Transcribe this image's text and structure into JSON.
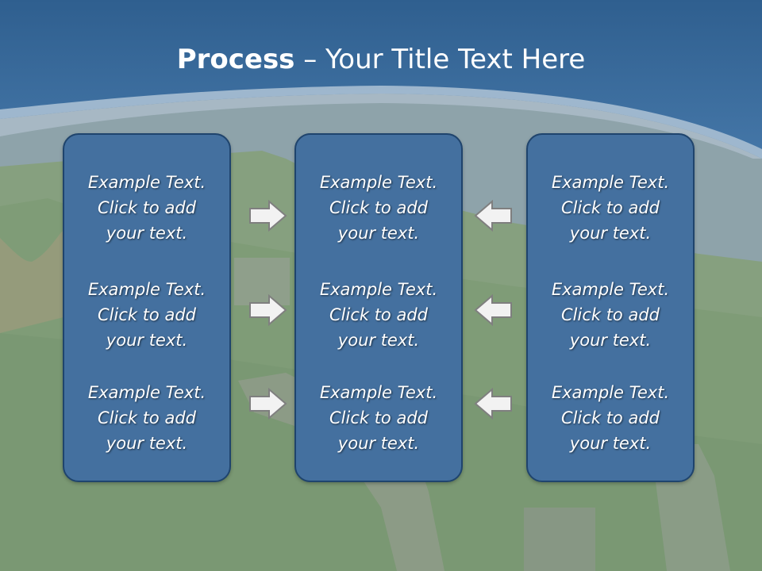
{
  "slide": {
    "title_bold": "Process",
    "title_rest": " – Your Title Text Here"
  },
  "columns": [
    {
      "items": [
        {
          "line1": "Example Text.",
          "line2": "Click  to add",
          "line3": "your text."
        },
        {
          "line1": "Example Text.",
          "line2": "Click  to add",
          "line3": "your text."
        },
        {
          "line1": "Example Text.",
          "line2": "Click  to add",
          "line3": "your text."
        }
      ]
    },
    {
      "items": [
        {
          "line1": "Example Text.",
          "line2": "Click  to add",
          "line3": "your text."
        },
        {
          "line1": "Example Text.",
          "line2": "Click  to add",
          "line3": "your text."
        },
        {
          "line1": "Example Text.",
          "line2": "Click  to add",
          "line3": "your text."
        }
      ]
    },
    {
      "items": [
        {
          "line1": "Example Text.",
          "line2": "Click  to add",
          "line3": "your text."
        },
        {
          "line1": "Example Text.",
          "line2": "Click  to add",
          "line3": "your text."
        },
        {
          "line1": "Example Text.",
          "line2": "Click  to add",
          "line3": "your text."
        }
      ]
    }
  ],
  "arrows": {
    "left_group": "right-arrow-icon",
    "right_group": "left-arrow-icon"
  },
  "colors": {
    "header_blue": "#3d6c9c",
    "box_fill": "#44709f",
    "box_border": "#1f446d",
    "arrow_fill": "#f2f2f2",
    "arrow_stroke": "#7f7f7f"
  }
}
